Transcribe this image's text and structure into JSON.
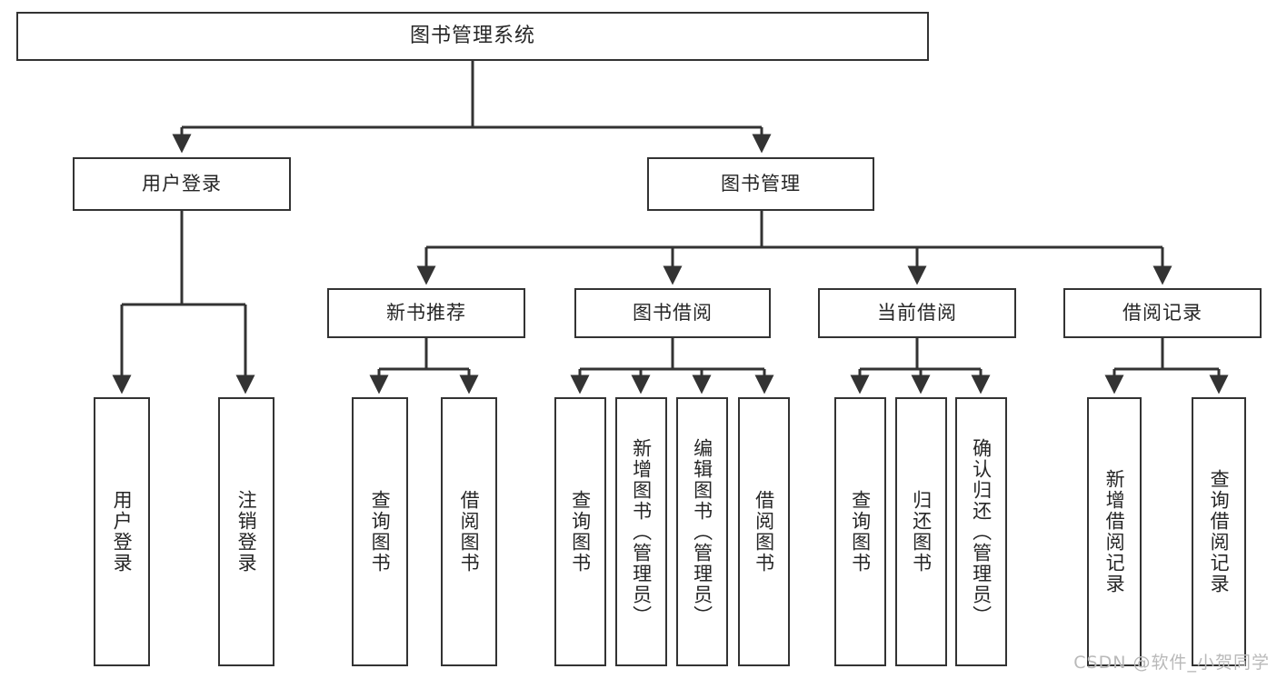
{
  "diagram": {
    "title": "图书管理系统",
    "type": "hierarchy-tree",
    "colors": {
      "border": "#333333",
      "fill": "#ffffff",
      "text": "#262626",
      "watermark": "#b9b9b9",
      "background": "#ffffff"
    },
    "levels": {
      "root": {
        "label": "图书管理系统"
      },
      "level1": [
        {
          "id": "user-login",
          "label": "用户登录"
        },
        {
          "id": "book-management",
          "label": "图书管理"
        }
      ],
      "level2": [
        {
          "id": "new-book-recommend",
          "label": "新书推荐",
          "parent": "book-management"
        },
        {
          "id": "book-borrow",
          "label": "图书借阅",
          "parent": "book-management"
        },
        {
          "id": "current-borrow",
          "label": "当前借阅",
          "parent": "book-management"
        },
        {
          "id": "borrow-record",
          "label": "借阅记录",
          "parent": "book-management"
        }
      ],
      "leaves": [
        {
          "id": "leaf-user-login",
          "label": "用户登录",
          "parent": "user-login"
        },
        {
          "id": "leaf-logout-login",
          "label": "注销登录",
          "parent": "user-login"
        },
        {
          "id": "leaf-query-book-1",
          "label": "查询图书",
          "parent": "new-book-recommend"
        },
        {
          "id": "leaf-borrow-book-1",
          "label": "借阅图书",
          "parent": "new-book-recommend"
        },
        {
          "id": "leaf-query-book-2",
          "label": "查询图书",
          "parent": "book-borrow"
        },
        {
          "id": "leaf-add-book",
          "label": "新增图书（管理员）",
          "parent": "book-borrow"
        },
        {
          "id": "leaf-edit-book",
          "label": "编辑图书（管理员）",
          "parent": "book-borrow"
        },
        {
          "id": "leaf-borrow-book-2",
          "label": "借阅图书",
          "parent": "book-borrow"
        },
        {
          "id": "leaf-query-book-3",
          "label": "查询图书",
          "parent": "current-borrow"
        },
        {
          "id": "leaf-return-book",
          "label": "归还图书",
          "parent": "current-borrow"
        },
        {
          "id": "leaf-confirm-return",
          "label": "确认归还（管理员）",
          "parent": "current-borrow"
        },
        {
          "id": "leaf-add-record",
          "label": "新增借阅记录",
          "parent": "borrow-record"
        },
        {
          "id": "leaf-query-record",
          "label": "查询借阅记录",
          "parent": "borrow-record"
        }
      ]
    },
    "watermark": "CSDN @软件_小贺同学"
  }
}
